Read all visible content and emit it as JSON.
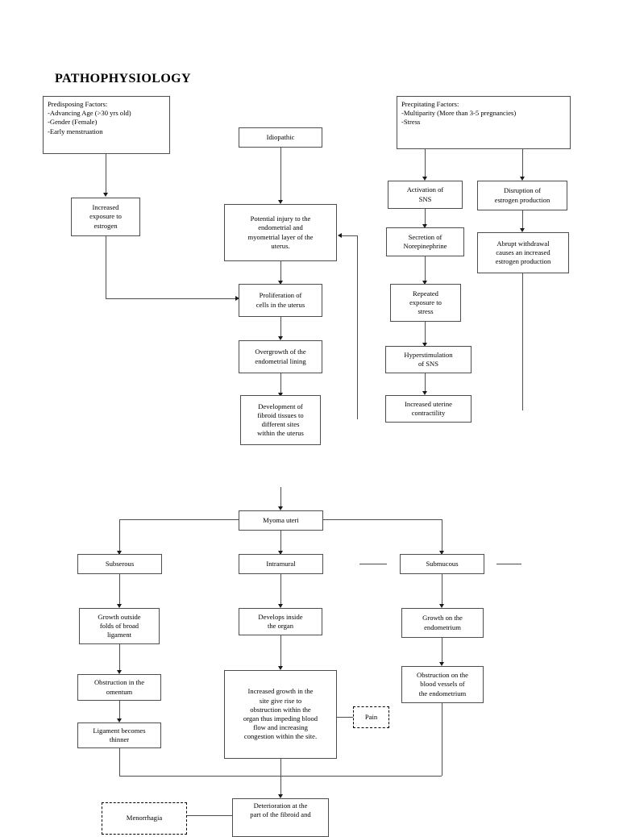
{
  "document": {
    "title": "PATHOPHYSIOLOGY",
    "type": "diagram",
    "diagram_kind": "flowchart",
    "subject": "Myoma Uteri pathophysiology"
  },
  "nodes": {
    "predisposing_factors": "Predisposing Factors:\n-Advancing Age (>30 yrs old)\n-Gender (Female)\n-Early menstruation",
    "precipitating_factors": "Precpitating Factors:\n-Multiparity (More than 3-5 pregnancies)\n-Stress",
    "increased_exposure_estrogen": "Increased\nexposure to\nestrogen",
    "idiopathic": "Idiopathic",
    "potential_injury": "Potential injury to the\nendometrial and\nmyometrial layer of the\nuterus.",
    "proliferation": "Proliferation of\ncells in the uterus",
    "overgrowth": "Overgrowth of the\nendometrial lining",
    "development_fibroid": "Development of\nfibroid tissues to\ndifferent sites\nwithin the uterus",
    "activation_sns": "Activation of\nSNS",
    "secretion_norepinephrine": "Secretion of\nNorepinephrine",
    "repeated_exposure": "Repeated\nexposure to\nstress",
    "hyperstimulation_sns": "Hyperstimulation\nof SNS",
    "increased_uterine": "Increased uterine\ncontractility",
    "disruption_estrogen": "Disruption of\nestrogen production",
    "abrupt_withdrawal": "Abrupt withdrawal\ncauses an increased\nestrogen production",
    "myoma_uteri": "Myoma uteri",
    "subserous": "Subserous",
    "intramural": "Intramural",
    "submucous": "Submucous",
    "growth_outside": "Growth outside\nfolds of broad\nligament",
    "develops_inside": "Develops inside\nthe organ",
    "growth_endometrium": "Growth on the\nendometrium",
    "obstruction_omentum": "Obstruction in the\nomentum",
    "increased_growth": "Increased growth in the\nsite give rise to\nobstruction within the\norgan thus impeding blood\nflow and increasing\ncongestion within the site.",
    "obstruction_blood_vessels": "Obstruction on the\nblood vessels of\nthe endometrium",
    "ligament_thinner": "Ligament becomes\nthinner",
    "pain": "Pain",
    "menorrhagia": "Menorrhagia",
    "deterioration": "Deterioration at the\npart of the fibroid and"
  },
  "colors": {
    "box_border": "#4d4d4d",
    "dashed_border": "#000000",
    "connector": "#4d4d4d",
    "arrowhead": "#1a1a1a",
    "text": "#000000",
    "background": "#ffffff"
  }
}
